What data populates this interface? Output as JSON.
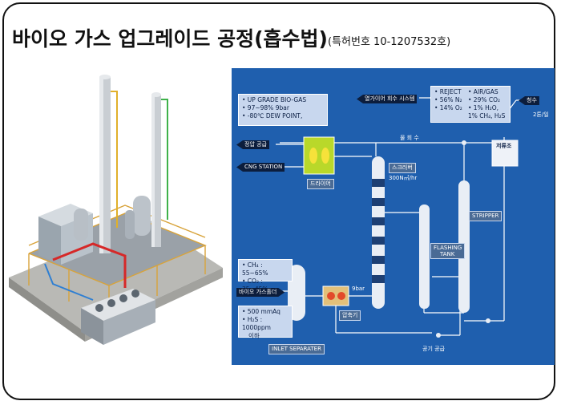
{
  "header": {
    "title": "바이오 가스 업그레이드 공정(흡수법)",
    "subtitle": "(특허번호 10-1207532호)"
  },
  "diagram": {
    "product_box": {
      "lines": [
        "• UP GRADE BIO-GAS",
        "• 97~98% 9bar",
        "• -80℃ DEW POINT,"
      ]
    },
    "reject_box": {
      "col1": [
        "• REJECT",
        "• 56% N₂",
        "• 14% O₂"
      ],
      "col2": [
        "• AIR/GAS",
        "• 29% CO₂",
        "• 1% H₂O,",
        "1% CH₄, H₂S"
      ]
    },
    "feed_box1": {
      "lines": [
        "• CH₄ : 55~65%",
        "• CO₂ : 35~45%"
      ]
    },
    "feed_box2": {
      "lines": [
        "• 500 mmAq",
        "• H₂S : 1000ppm",
        "이하"
      ]
    },
    "tags": {
      "heat_recovery": "열가이어 회수 시스템",
      "clean_water": "청수",
      "clean_water_rate": "2톤/일",
      "gas_supply": "정압 공급",
      "cng_station": "CNG STATION",
      "dryer": "드라이어",
      "scrubber": "스크러버",
      "scrubber_rate": "300N㎥/hr",
      "water_recovery": "물 회 수",
      "storage_tank": "저류조",
      "stripper": "STRIPPER",
      "flashing_tank_1": "FLASHING",
      "flashing_tank_2": "TANK",
      "biogas_holder": "바이오 가스홀더",
      "pressure": "9bar",
      "compressor": "압축기",
      "air_supply": "공기 공급",
      "inlet_separator": "INLET SEPARATER"
    }
  },
  "colors": {
    "diagram_bg": "#1f5fae",
    "box_fill": "#c8d7ee",
    "pipe": "#ffffff",
    "dryer": "#b9d82a"
  }
}
